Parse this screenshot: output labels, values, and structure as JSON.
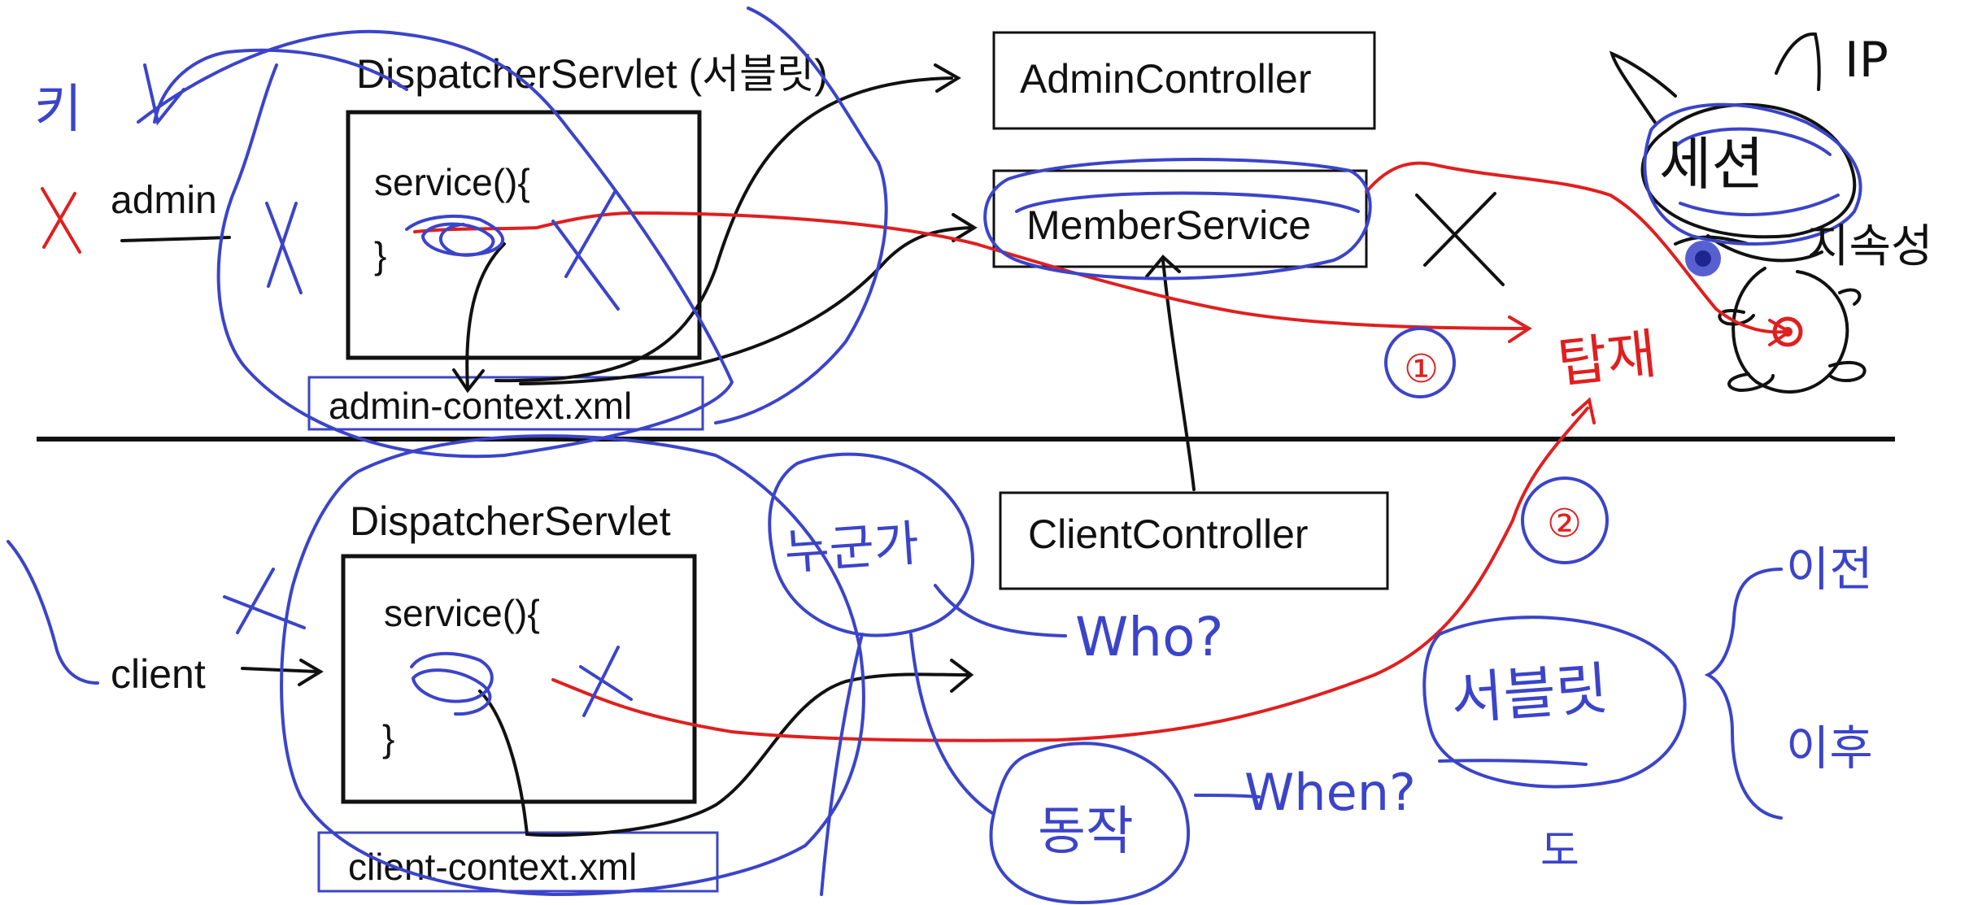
{
  "colors": {
    "ink": "#111111",
    "blue": "#3b44c9",
    "red": "#e01f1f",
    "paper": "#ffffff"
  },
  "admin": {
    "label": "admin",
    "servlet_title": "DispatcherServlet (서블릿)",
    "service_open": "service(){",
    "service_close": "}",
    "context_file": "admin-context.xml"
  },
  "client": {
    "label": "client",
    "servlet_title": "DispatcherServlet",
    "service_open": "service(){",
    "service_close": "}",
    "context_file": "client-context.xml"
  },
  "beans": {
    "admin_controller": "AdminController",
    "member_service": "MemberService",
    "client_controller": "ClientController"
  },
  "handwriting": {
    "ki": "키",
    "who_korean": "누군가",
    "who": "Who?",
    "action": "동작",
    "when": "When?",
    "loading": "탑재",
    "circle_1": "①",
    "circle_2": "②",
    "servlet": "서블릿",
    "before": "이전",
    "after": "이후",
    "do": "도",
    "ip": "IP",
    "session": "세션",
    "persistence": "지속성"
  }
}
